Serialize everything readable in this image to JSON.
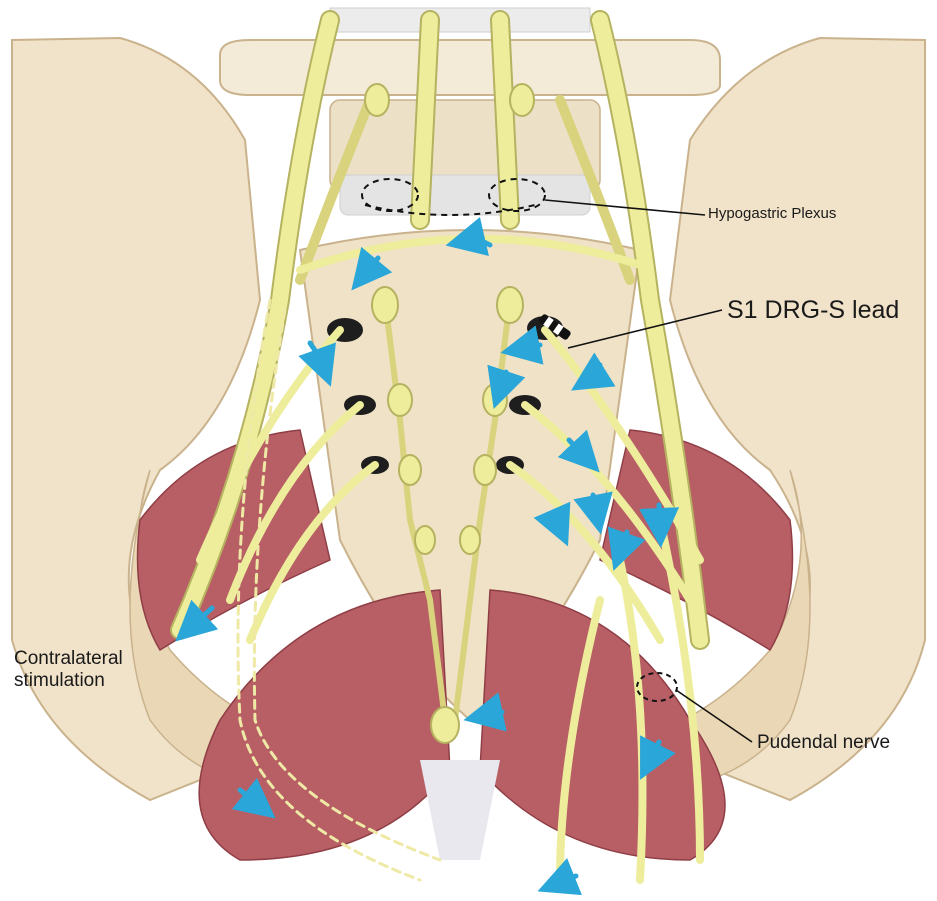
{
  "labels": {
    "hypogastric_plexus": "Hypogastric Plexus",
    "s1_drg_lead": "S1 DRG-S lead",
    "contralateral_line1": "Contralateral",
    "contralateral_line2": "stimulation",
    "pudendal_nerve": "Pudendal nerve"
  },
  "colors": {
    "bone": "#f1e3c9",
    "bone_shadow": "#ccb48e",
    "nerve": "#eded9c",
    "nerve_outline": "#b5b260",
    "muscle": "#b85f66",
    "muscle_light": "#d99a9c",
    "arrow": "#2aa6d9",
    "lead": "#111111",
    "label_text": "#1a1a1a"
  },
  "icons": [
    "stimulation-arrow-icon",
    "dorsal-root-ganglion-icon"
  ]
}
